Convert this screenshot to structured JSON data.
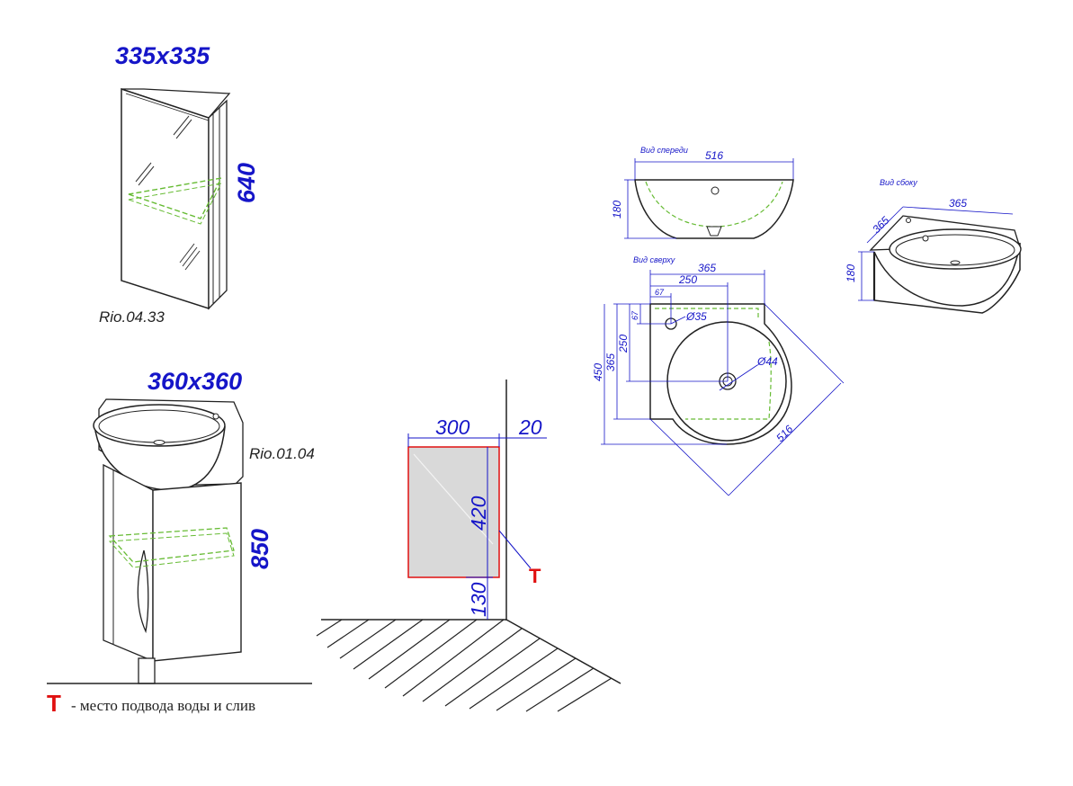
{
  "colors": {
    "dimension_blue": "#1515c8",
    "shelf_green": "#66bb33",
    "marker_red": "#e01010",
    "panel_gray": "#d9d9d9",
    "line": "#222222"
  },
  "cabinet": {
    "size_label": "335x335",
    "height_label": "640",
    "model_label": "Rio.04.33"
  },
  "vanity": {
    "size_label": "360x360",
    "height_label": "850",
    "model_label": "Rio.01.04"
  },
  "installation": {
    "width_label": "300",
    "offset_label": "20",
    "height_label": "420",
    "floor_label": "130",
    "marker_label": "Т"
  },
  "legend": {
    "marker": "Т",
    "text": "- место подвода воды и слив"
  },
  "front_view": {
    "caption": "Вид спереди",
    "width_label": "516",
    "height_label": "180"
  },
  "side_view": {
    "caption": "Вид сбоку",
    "width_label": "365",
    "depth_label": "365",
    "height_label": "180"
  },
  "top_view": {
    "caption": "Вид сверху",
    "width_label": "365",
    "inner_width_label": "250",
    "tap_offset_x_label": "67",
    "tap_offset_y_label": "67",
    "tap_hole_label": "Ø35",
    "drain_hole_label": "Ø44",
    "depth_label": "365",
    "inner_depth_label": "250",
    "overall_depth_label": "450",
    "diagonal_label": "516"
  }
}
